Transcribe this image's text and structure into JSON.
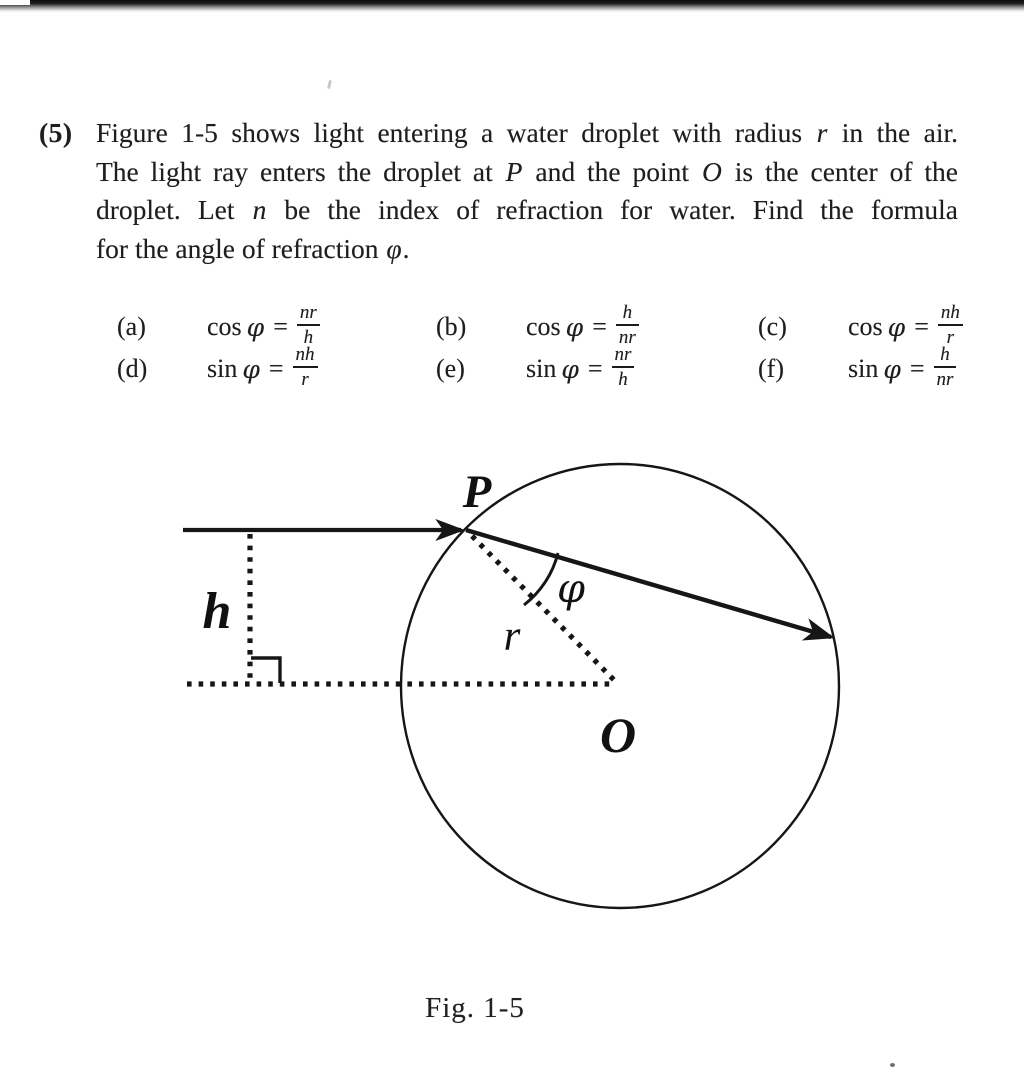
{
  "problem": {
    "number": "(5)",
    "lines": [
      {
        "runs": [
          {
            "t": "Figure 1-5 shows light entering a water droplet with radius "
          },
          {
            "t": "r",
            "i": true
          },
          {
            "t": " in the air."
          }
        ]
      },
      {
        "runs": [
          {
            "t": "The light ray enters the droplet at "
          },
          {
            "t": "P",
            "i": true
          },
          {
            "t": " and the point "
          },
          {
            "t": "O",
            "i": true
          },
          {
            "t": " is the center of the"
          }
        ]
      },
      {
        "runs": [
          {
            "t": "droplet. Let "
          },
          {
            "t": "n",
            "i": true
          },
          {
            "t": " be the index of refraction for water. Find the formula"
          }
        ]
      },
      {
        "runs": [
          {
            "t": "for the angle of refraction "
          },
          {
            "t": "φ",
            "i": true
          },
          {
            "t": "."
          }
        ]
      }
    ]
  },
  "math": {
    "phi": "φ",
    "eq": "="
  },
  "options": [
    {
      "label": "(a)",
      "fn": "cos",
      "num": "nr",
      "den": "h"
    },
    {
      "label": "(b)",
      "fn": "cos",
      "num": "h",
      "den": "nr"
    },
    {
      "label": "(c)",
      "fn": "cos",
      "num": "nh",
      "den": "r"
    },
    {
      "label": "(d)",
      "fn": "sin",
      "num": "nh",
      "den": "r"
    },
    {
      "label": "(e)",
      "fn": "sin",
      "num": "nr",
      "den": "h"
    },
    {
      "label": "(f)",
      "fn": "sin",
      "num": "h",
      "den": "nr"
    }
  ],
  "figure": {
    "labels": {
      "p": "P",
      "h": "h",
      "r": "r",
      "phi": "φ",
      "o": "O"
    },
    "caption": "Fig. 1-5",
    "ink_color": "#161616"
  }
}
